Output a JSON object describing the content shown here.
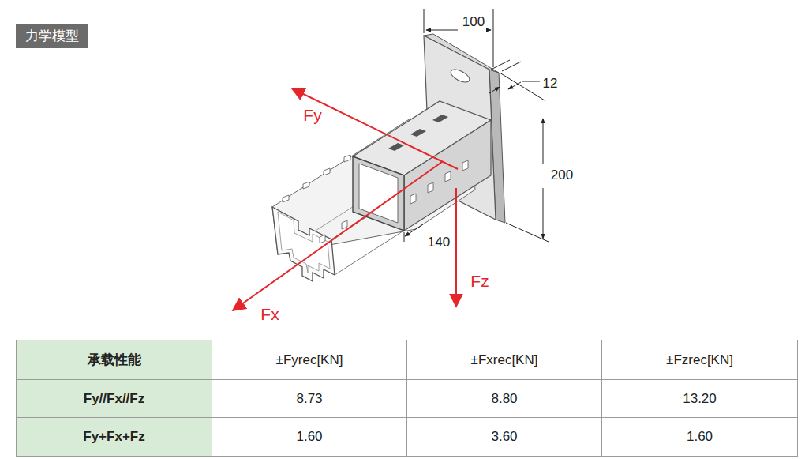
{
  "diagram": {
    "title": "力学模型",
    "labels": [
      "100",
      "12",
      "200",
      "140",
      "Fy",
      "Fx",
      "Fz",
      "承载性能",
      "±Fyrec[KN]",
      "±Fxrec[KN]",
      "±Fzrec[KN]",
      "Fy//Fx//Fz",
      "8.73",
      "8.80",
      "13.20",
      "Fy+Fx+Fz",
      "1.60",
      "3.60",
      "1.60"
    ]
  }
}
